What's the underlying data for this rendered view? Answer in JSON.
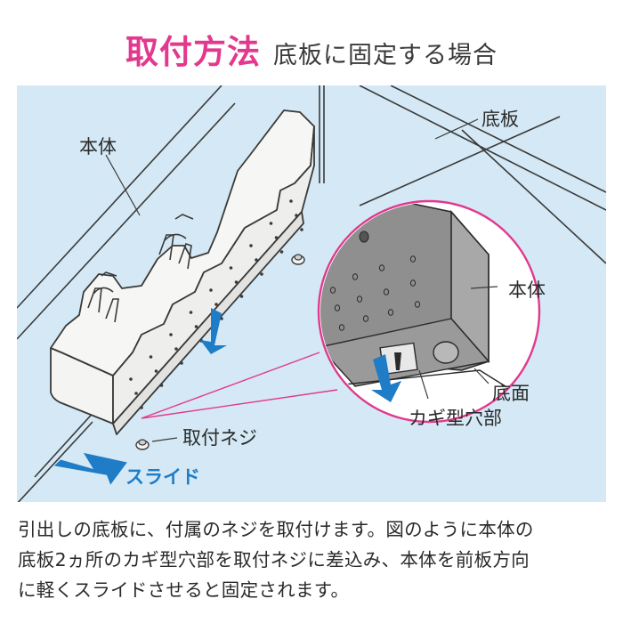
{
  "title": {
    "main": "取付方法",
    "sub": "底板に固定する場合"
  },
  "labels": {
    "body_top": "本体",
    "bottom_board": "底板",
    "body_detail": "本体",
    "bottom_face": "底面",
    "key_hole": "カギ型穴部",
    "screw": "取付ネジ",
    "slide": "スライド"
  },
  "caption": [
    "引出しの底板に、付属のネジを取付けます。図のように本体の",
    "底板2ヵ所のカギ型穴部を取付ネジに差込み、本体を前板方向",
    "に軽くスライドさせると固定されます。"
  ],
  "colors": {
    "title_accent": "#e2388d",
    "background": "#d4e9f5",
    "arrow_blue": "#1f7cc6",
    "detail_circle": "#e2388d",
    "body_grey": "#8f8f8f"
  }
}
